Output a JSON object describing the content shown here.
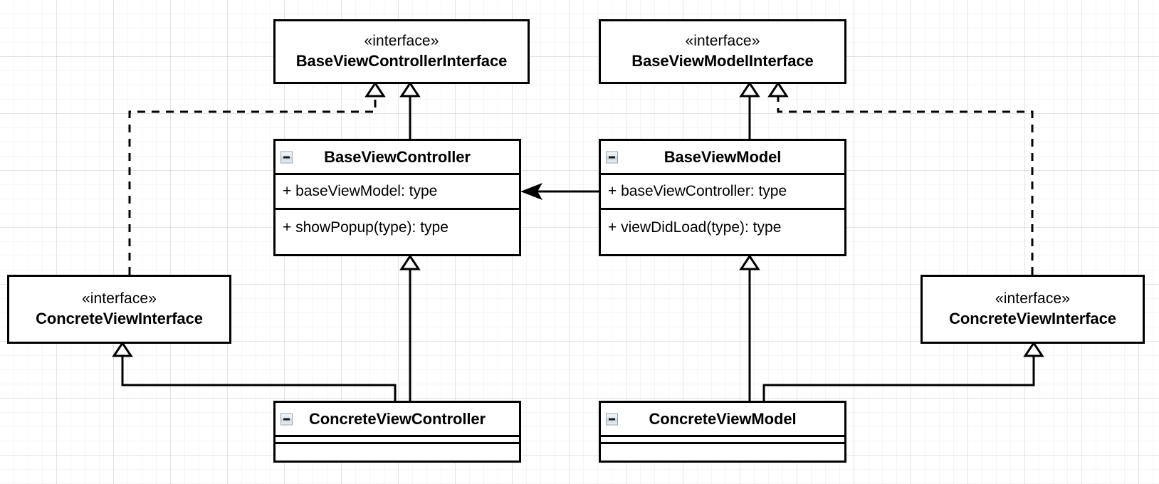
{
  "diagram": {
    "title": "MVVM Base/Concrete UML class diagram",
    "background": "#ffffff",
    "line_color": "#000000",
    "grid_minor": "20px",
    "grid_major": "80px"
  },
  "stereotype": "«interface»",
  "nodes": {
    "base_view_controller_interface": {
      "stereotype": "«interface»",
      "name": "BaseViewControllerInterface"
    },
    "base_view_model_interface": {
      "stereotype": "«interface»",
      "name": "BaseViewModelInterface"
    },
    "base_view_controller": {
      "name": "BaseViewController",
      "collapse_icon": "minus-icon",
      "attributes": [
        "+ baseViewModel: type"
      ],
      "operations": [
        "+ showPopup(type): type"
      ]
    },
    "base_view_model": {
      "name": "BaseViewModel",
      "collapse_icon": "minus-icon",
      "attributes": [
        "+ baseViewController: type"
      ],
      "operations": [
        "+ viewDidLoad(type): type"
      ]
    },
    "concrete_view_interface_left": {
      "stereotype": "«interface»",
      "name": "ConcreteViewInterface"
    },
    "concrete_view_interface_right": {
      "stereotype": "«interface»",
      "name": "ConcreteViewInterface"
    },
    "concrete_view_controller": {
      "name": "ConcreteViewController",
      "collapse_icon": "minus-icon",
      "attributes": [],
      "operations": []
    },
    "concrete_view_model": {
      "name": "ConcreteViewModel",
      "collapse_icon": "minus-icon",
      "attributes": [],
      "operations": []
    }
  },
  "edges": [
    {
      "id": "bvc-realizes-bvci",
      "type": "realization",
      "style": "dashed",
      "arrow": "hollow-triangle",
      "from": "concrete_view_interface_left",
      "to": "base_view_controller_interface"
    },
    {
      "id": "bvc-generalizes-bvci",
      "type": "generalization",
      "style": "solid",
      "arrow": "hollow-triangle",
      "from": "base_view_controller",
      "to": "base_view_controller_interface"
    },
    {
      "id": "bvm-generalizes-bvmi",
      "type": "generalization",
      "style": "solid",
      "arrow": "hollow-triangle",
      "from": "base_view_model",
      "to": "base_view_model_interface"
    },
    {
      "id": "cvir-realizes-bvmi",
      "type": "realization",
      "style": "dashed",
      "arrow": "hollow-triangle",
      "from": "concrete_view_interface_right",
      "to": "base_view_model_interface"
    },
    {
      "id": "bvc-assoc-bvm",
      "type": "association",
      "style": "solid",
      "arrow": "bidirectional-filled",
      "from": "base_view_controller",
      "to": "base_view_model"
    },
    {
      "id": "cvc-generalizes-bvc",
      "type": "generalization",
      "style": "solid",
      "arrow": "hollow-triangle",
      "from": "concrete_view_controller",
      "to": "base_view_controller"
    },
    {
      "id": "cvm-generalizes-bvm",
      "type": "generalization",
      "style": "solid",
      "arrow": "hollow-triangle",
      "from": "concrete_view_model",
      "to": "base_view_model"
    },
    {
      "id": "cvc-generalizes-cvil",
      "type": "generalization",
      "style": "solid",
      "arrow": "hollow-triangle",
      "from": "concrete_view_controller",
      "to": "concrete_view_interface_left"
    },
    {
      "id": "cvm-generalizes-cvir",
      "type": "generalization",
      "style": "solid",
      "arrow": "hollow-triangle",
      "from": "concrete_view_model",
      "to": "concrete_view_interface_right"
    }
  ]
}
